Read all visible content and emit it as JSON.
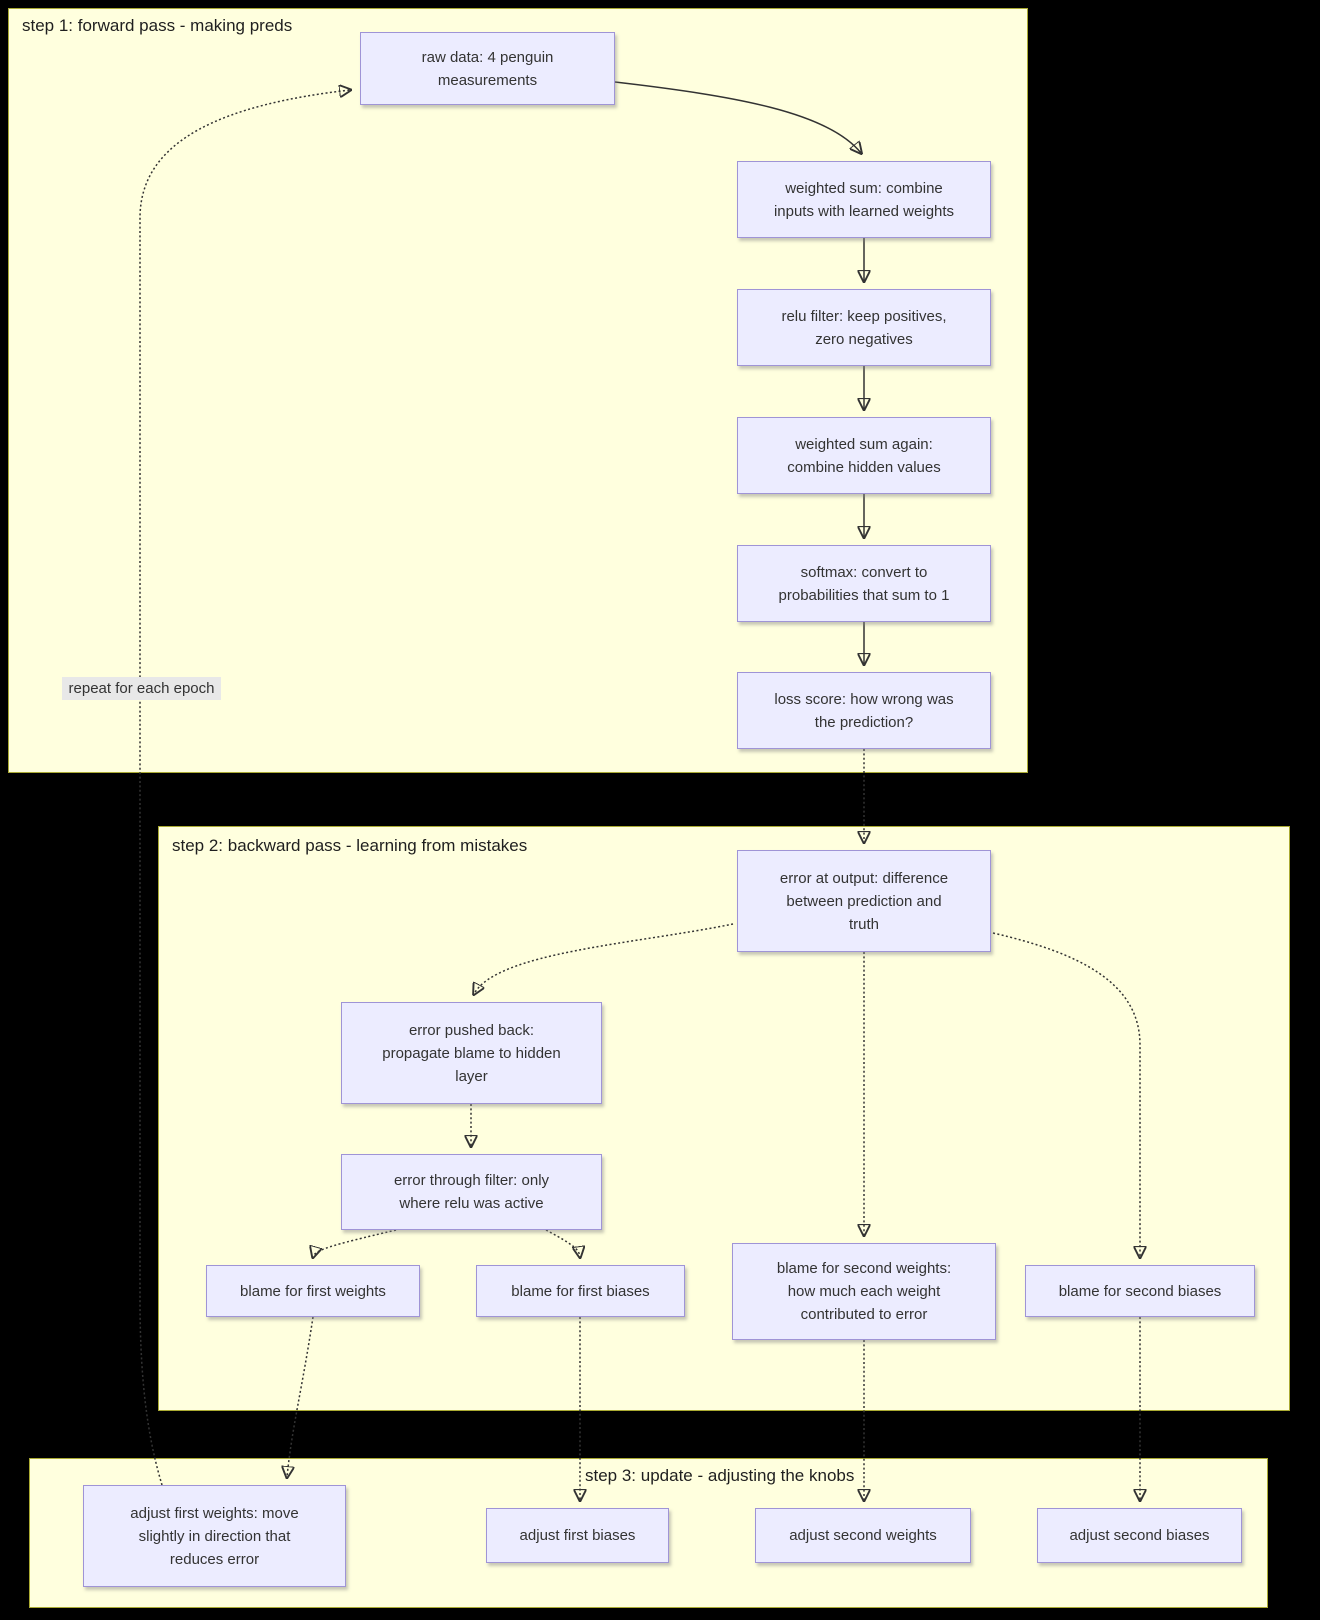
{
  "clusters": {
    "step1": {
      "title": "step 1: forward pass - making preds"
    },
    "step2": {
      "title": "step 2: backward pass - learning from mistakes"
    },
    "step3": {
      "title": "step 3: update - adjusting the knobs"
    }
  },
  "nodes": {
    "raw": {
      "label": "raw data: 4 penguin\nmeasurements"
    },
    "wsum1": {
      "label": "weighted sum: combine\ninputs with learned weights"
    },
    "relu": {
      "label": "relu filter: keep positives,\nzero negatives"
    },
    "wsum2": {
      "label": "weighted sum again:\ncombine hidden values"
    },
    "softmax": {
      "label": "softmax: convert to\nprobabilities that sum to 1"
    },
    "loss": {
      "label": "loss score: how wrong was\nthe prediction?"
    },
    "errout": {
      "label": "error at output: difference\nbetween prediction and\ntruth"
    },
    "errpush": {
      "label": "error pushed back:\npropagate blame to hidden\nlayer"
    },
    "errfilt": {
      "label": "error through filter: only\nwhere relu was active"
    },
    "blame_w1": {
      "label": "blame for first weights"
    },
    "blame_b1": {
      "label": "blame for first biases"
    },
    "blame_w2": {
      "label": "blame for second weights:\nhow much each weight\ncontributed to error"
    },
    "blame_b2": {
      "label": "blame for second biases"
    },
    "adj_w1": {
      "label": "adjust first weights: move\nslightly in direction that\nreduces error"
    },
    "adj_b1": {
      "label": "adjust first biases"
    },
    "adj_w2": {
      "label": "adjust second weights"
    },
    "adj_b2": {
      "label": "adjust second biases"
    }
  },
  "edges": {
    "epoch_label": "repeat for each epoch"
  },
  "colors": {
    "background": "#000000",
    "node_fill": "#ECECFF",
    "node_border": "#9f94d6",
    "cluster_fill": "#ffffde",
    "cluster_border": "#aaaa33",
    "edge": "#333333",
    "edge_label_bg": "#e8e8e8",
    "text": "#333333"
  }
}
